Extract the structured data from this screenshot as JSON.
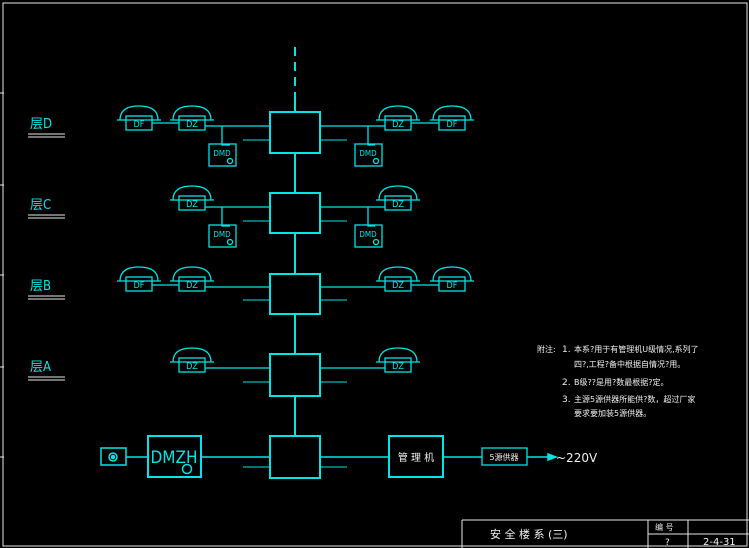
{
  "colors": {
    "background": "#000000",
    "line": "#00e5e5",
    "text": "#f0f0f0"
  },
  "floors": [
    {
      "label": "层D"
    },
    {
      "label": "层C"
    },
    {
      "label": "层B"
    },
    {
      "label": "层A"
    }
  ],
  "devices": {
    "df": "DF",
    "dz": "DZ",
    "dmd": "DMD",
    "dmzh": "DMZH",
    "manager": "管 理 机",
    "power_supply": "5源供器",
    "voltage": "~220V"
  },
  "notes": {
    "heading": "附注:",
    "items": [
      {
        "num": "1.",
        "lines": [
          "本系?用于有管理机U级情况,系列了",
          "四?,工程?备中根据自情况?用。"
        ]
      },
      {
        "num": "2.",
        "lines": [
          "B级??是用?数最根据?定。"
        ]
      },
      {
        "num": "3.",
        "lines": [
          "主源5源供器所能供?数，超过厂家",
          "要求要加装5源供器。"
        ]
      }
    ]
  },
  "title_block": {
    "title": "安 全 楼 系 (三)",
    "header_label": "编 号",
    "page_num": "?",
    "drawing_no": "2-4-31"
  }
}
